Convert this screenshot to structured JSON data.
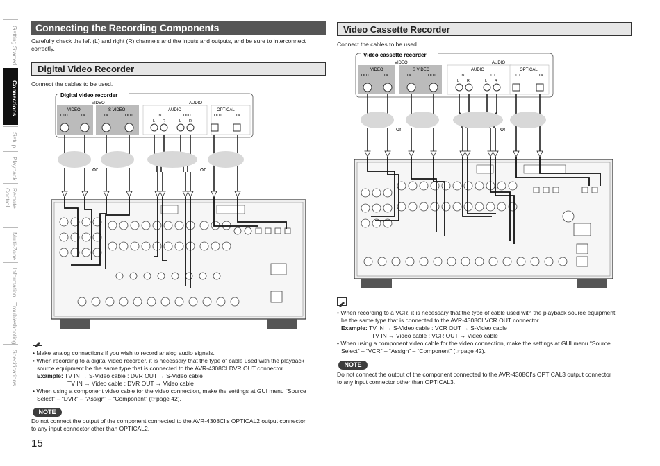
{
  "side_tabs": [
    {
      "label": "Getting Started",
      "active": false
    },
    {
      "label": "Connections",
      "active": true
    },
    {
      "label": "Setup",
      "active": false
    },
    {
      "label": "Playback",
      "active": false
    },
    {
      "label": "Remote Control",
      "active": false
    },
    {
      "label": "Multi-Zone",
      "active": false
    },
    {
      "label": "Information",
      "active": false
    },
    {
      "label": "Troubleshooting",
      "active": false
    },
    {
      "label": "Specifications",
      "active": false
    }
  ],
  "left": {
    "title": "Connecting the Recording Components",
    "intro": "Carefully check the left (L) and right (R) channels and the inputs and outputs, and be sure to interconnect correctly.",
    "section_title": "Digital Video Recorder",
    "connect_text": "Connect the cables to be used.",
    "device_label": "Digital video recorder",
    "panel": {
      "video_group": "VIDEO",
      "audio_group": "AUDIO",
      "video": "VIDEO",
      "svideo": "S VIDEO",
      "audio": "AUDIO",
      "optical": "OPTICAL",
      "out": "OUT",
      "in": "IN",
      "l": "L",
      "r": "R",
      "or": "or"
    },
    "notes": [
      "• Make analog connections if you wish to record analog audio signals.",
      "• When recording to a digital video recorder, it is necessary that the type of cable used with the playback",
      "source equipment be the same type that is connected to the AVR-4308CI DVR OUT connector.",
      "TV IN → S-Video cable : DVR OUT → S-Video cable",
      "TV IN → Video cable : DVR OUT → Video cable",
      "• When using a component video cable for the video connection, make the settings at GUI menu “Source",
      "Select” – “DVR” – “Assign” – “Component” (☞page 42)."
    ],
    "example_label": "Example:",
    "note_badge": "NOTE",
    "note_text": [
      "Do not connect the output of the component connected to the AVR-4308CI’s OPTICAL2 output connector",
      "to any input connector other than OPTICAL2."
    ]
  },
  "right": {
    "section_title": "Video Cassette Recorder",
    "connect_text": "Connect the cables to be used.",
    "device_label": "Video cassette recorder",
    "panel": {
      "video_group": "VIDEO",
      "audio_group": "AUDIO",
      "video": "VIDEO",
      "svideo": "S VIDEO",
      "audio": "AUDIO",
      "optical": "OPTICAL",
      "out": "OUT",
      "in": "IN",
      "l": "L",
      "r": "R",
      "or": "or"
    },
    "notes": [
      "• When recording to a VCR, it is necessary that the type of cable used with the playback source equipment",
      "be the same type that is connected to the AVR-4308CI VCR OUT connector.",
      "TV IN → S-Video cable : VCR OUT → S-Video cable",
      "TV IN → Video cable : VCR OUT → Video cable",
      "• When using a component video cable for the video connection, make the settings at GUI menu “Source",
      "Select” – “VCR” – “Assign” – “Component” (☞page 42)."
    ],
    "example_label": "Example:",
    "note_badge": "NOTE",
    "note_text": [
      "Do not connect the output of the component connected to the AVR-4308CI’s OPTICAL3 output connector",
      "to any input connector other than OPTICAL3."
    ]
  },
  "page_number": "15"
}
